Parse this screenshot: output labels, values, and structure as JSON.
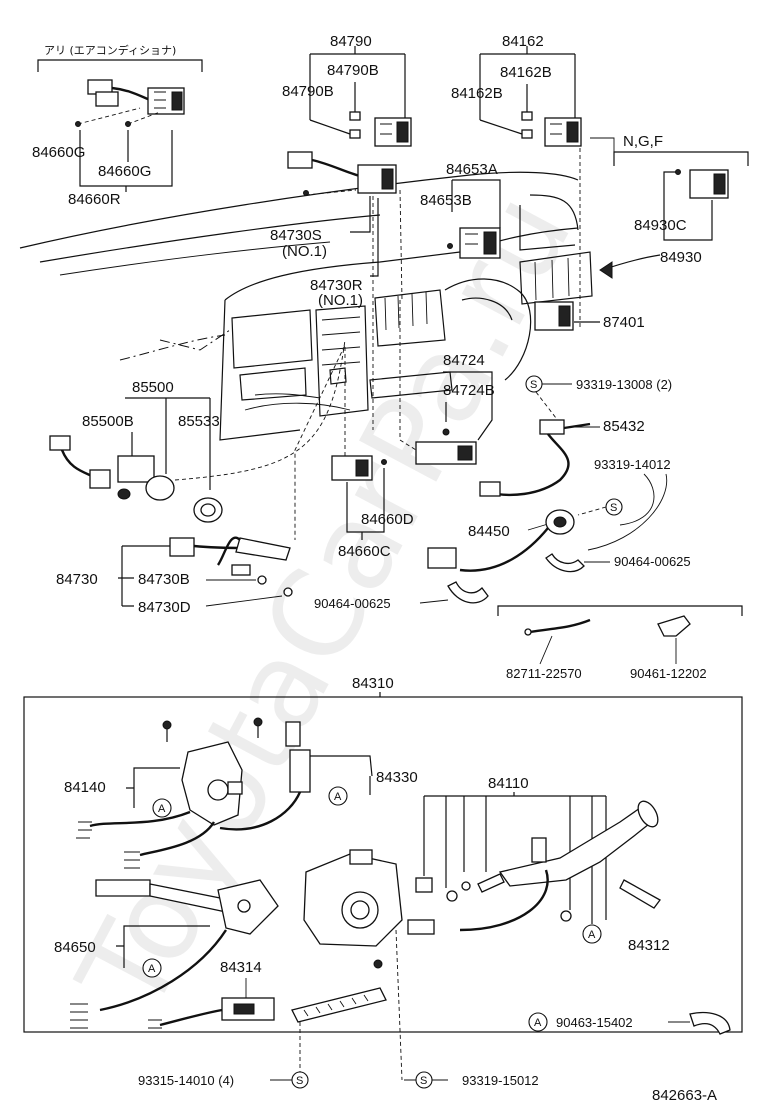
{
  "watermark": "ToyotaCarPa.ru",
  "header_note": "アリ (エアコンディショナ)",
  "variant_note": "N,G,F",
  "figure_code": "842663-A",
  "symbols": {
    "s": "S",
    "a": "A"
  },
  "labels": {
    "p84790": "84790",
    "p84790B_a": "84790B",
    "p84790B_b": "84790B",
    "p84162": "84162",
    "p84162B_a": "84162B",
    "p84162B_b": "84162B",
    "p84660G_a": "84660G",
    "p84660G_b": "84660G",
    "p84660R": "84660R",
    "p84653A": "84653A",
    "p84653B": "84653B",
    "p84730S": "84730S",
    "no1_a": "(NO.1)",
    "p84730R": "84730R",
    "no1_b": "(NO.1)",
    "p84930C": "84930C",
    "p84930": "84930",
    "p87401": "87401",
    "p84724": "84724",
    "p84724B": "84724B",
    "p93319_13008": "93319-13008 (2)",
    "p85432": "85432",
    "p93319_14012": "93319-14012",
    "p85500": "85500",
    "p85500B": "85500B",
    "p85533": "85533",
    "p84660D": "84660D",
    "p84660C": "84660C",
    "p84450": "84450",
    "p90464_00625_a": "90464-00625",
    "p84730": "84730",
    "p84730B": "84730B",
    "p84730D": "84730D",
    "p90464_00625_b": "90464-00625",
    "p82711_22570": "82711-22570",
    "p90461_12202": "90461-12202",
    "p84310": "84310",
    "p84140": "84140",
    "p84330": "84330",
    "p84110": "84110",
    "p84650": "84650",
    "p84314": "84314",
    "p84312": "84312",
    "p90463_15402": "90463-15402",
    "p93315_14010": "93315-14010 (4)",
    "p93319_15012": "93319-15012"
  }
}
